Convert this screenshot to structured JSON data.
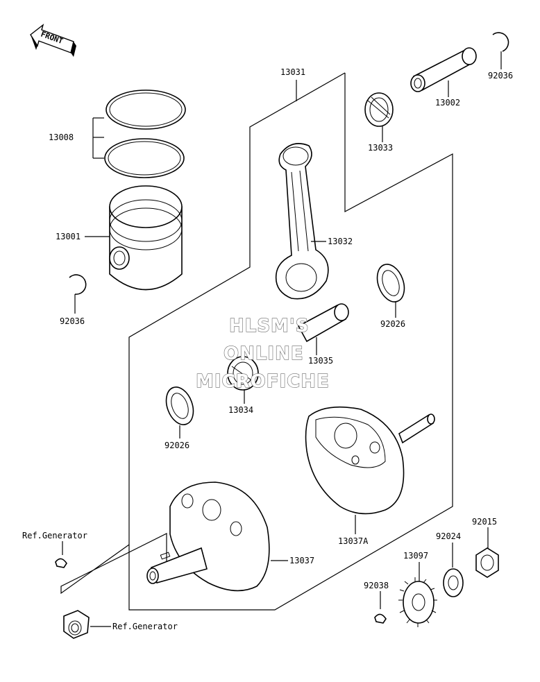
{
  "orientation": {
    "front_label": "FRONT",
    "icon": "front-arrow-icon"
  },
  "labels": {
    "p13031": "13031",
    "p13002": "13002",
    "p92036_top": "92036",
    "p13033": "13033",
    "p13008": "13008",
    "p13001": "13001",
    "p13032": "13032",
    "p92036_left": "92036",
    "p92026_right": "92026",
    "p13035": "13035",
    "p13034": "13034",
    "p92026_left": "92026",
    "p13037A": "13037A",
    "p13037": "13037",
    "p92015": "92015",
    "p92024": "92024",
    "p13097": "13097",
    "p92038": "92038",
    "ref_generator_top": "Ref.Generator",
    "ref_generator_bottom": "Ref.Generator"
  },
  "watermark": {
    "line1": "HLSM'S",
    "line2": "ONLINE",
    "line3": "MICROFICHE"
  }
}
